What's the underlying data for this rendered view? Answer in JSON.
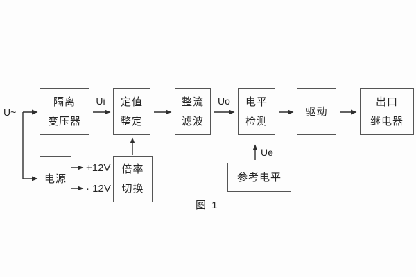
{
  "figure": {
    "caption": "图 1",
    "input_label": "U~",
    "signal_labels": {
      "ui": "Ui",
      "uo": "Uo",
      "ue": "Ue"
    },
    "power_outputs": {
      "positive": "+12V",
      "negative": "· 12V"
    },
    "blocks": {
      "isolation_transformer": {
        "line1": "隔离",
        "line2": "变压器"
      },
      "setting_adjust": {
        "line1": "定值",
        "line2": "整定"
      },
      "rectifier_filter": {
        "line1": "整流",
        "line2": "滤波"
      },
      "level_detector": {
        "line1": "电平",
        "line2": "检测"
      },
      "driver": {
        "label": "驱动"
      },
      "output_relay": {
        "line1": "出口",
        "line2": "继电器"
      },
      "power_supply": {
        "label": "电源"
      },
      "ratio_switch": {
        "line1": "倍率",
        "line2": "切换"
      },
      "reference_level": {
        "label": "参考电平"
      }
    },
    "colors": {
      "line": "#2e2e2e",
      "box_border": "#555555",
      "text": "#262626",
      "background": "#fdfdfd"
    }
  }
}
